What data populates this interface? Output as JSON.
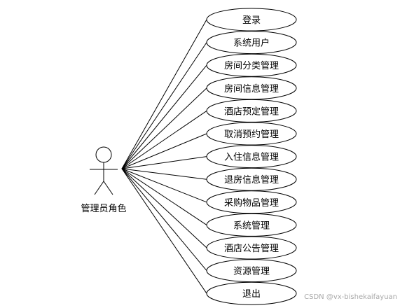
{
  "actor": {
    "label": "管理员角色"
  },
  "use_cases": [
    {
      "label": "登录"
    },
    {
      "label": "系统用户"
    },
    {
      "label": "房间分类管理"
    },
    {
      "label": "房间信息管理"
    },
    {
      "label": "酒店预定管理"
    },
    {
      "label": "取消预约管理"
    },
    {
      "label": "入住信息管理"
    },
    {
      "label": "退房信息管理"
    },
    {
      "label": "采购物品管理"
    },
    {
      "label": "系统管理"
    },
    {
      "label": "酒店公告管理"
    },
    {
      "label": "资源管理"
    },
    {
      "label": "退出"
    }
  ],
  "watermark": "CSDN @vx-bishekaifayuan"
}
